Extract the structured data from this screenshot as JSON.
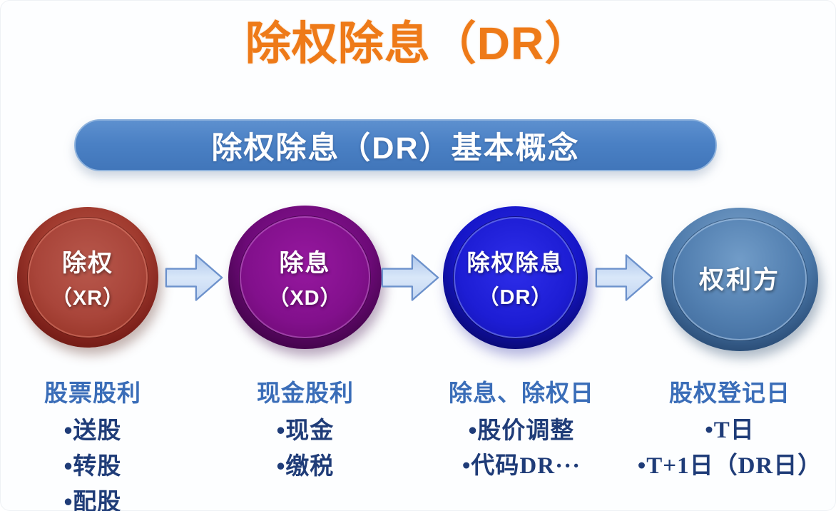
{
  "page": {
    "title": "除权除息（DR）",
    "banner": "除权除息（DR）基本概念"
  },
  "colors": {
    "title_orange": "#ee7a18",
    "banner_blue": "#4a80c4",
    "column_header_blue": "#3a6db8",
    "bullet_navy": "#1f3c78",
    "arrow_fill_light": "#d9e7f9",
    "arrow_border": "#6d92cc",
    "node_xr_red": "#9c3a30",
    "node_xd_purple": "#7c0d85",
    "node_dr_blue": "#1d1dd6",
    "node_rights_steelblue": "#4f7cb0"
  },
  "flow": {
    "nodes": [
      {
        "id": "XR",
        "line1": "除权",
        "line2": "（XR）",
        "color": "#9c3a30"
      },
      {
        "id": "XD",
        "line1": "除息",
        "line2": "（XD）",
        "color": "#7c0d85"
      },
      {
        "id": "DR",
        "line1": "除权除息",
        "line2": "（DR）",
        "color": "#1d1dd6"
      },
      {
        "id": "rights",
        "line1": "权利方",
        "line2": "",
        "color": "#4f7cb0"
      }
    ],
    "arrow_icon": "right-arrow"
  },
  "columns": [
    {
      "header": "股票股利",
      "items": [
        "•送股",
        "•转股",
        "•配股"
      ]
    },
    {
      "header": "现金股利",
      "items": [
        "•现金",
        "•缴税"
      ]
    },
    {
      "header": "除息、除权日",
      "items": [
        "•股价调整",
        "•代码DR···"
      ]
    },
    {
      "header": "股权登记日",
      "items": [
        "•T日",
        "•T+1日（DR日）"
      ]
    }
  ]
}
